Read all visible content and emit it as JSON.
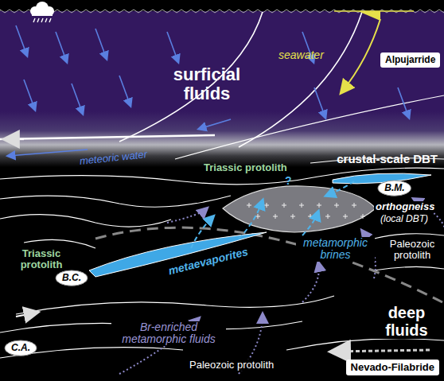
{
  "diagram": {
    "nodes": [
      {
        "text": [
          "Alpujarride"
        ]
      },
      {
        "text": [
          "B.M."
        ]
      },
      {
        "text": [
          "B.C."
        ]
      },
      {
        "text": [
          "C.A."
        ]
      },
      {
        "text": [
          "Nevado-Filabride"
        ]
      }
    ],
    "labels": [
      "meteoric water",
      "surficial fluids",
      "seawater",
      "crustal-scale DBT",
      "Triassic protolith",
      "?",
      "orthogneiss",
      "(local DBT)",
      "metamorphic brines",
      "Paleozoic protolith",
      "Triassic protolith",
      "metaevaporites",
      "deep fluids",
      "Br-enriched metamorphic fluids",
      "Paleozoic protolith"
    ]
  }
}
